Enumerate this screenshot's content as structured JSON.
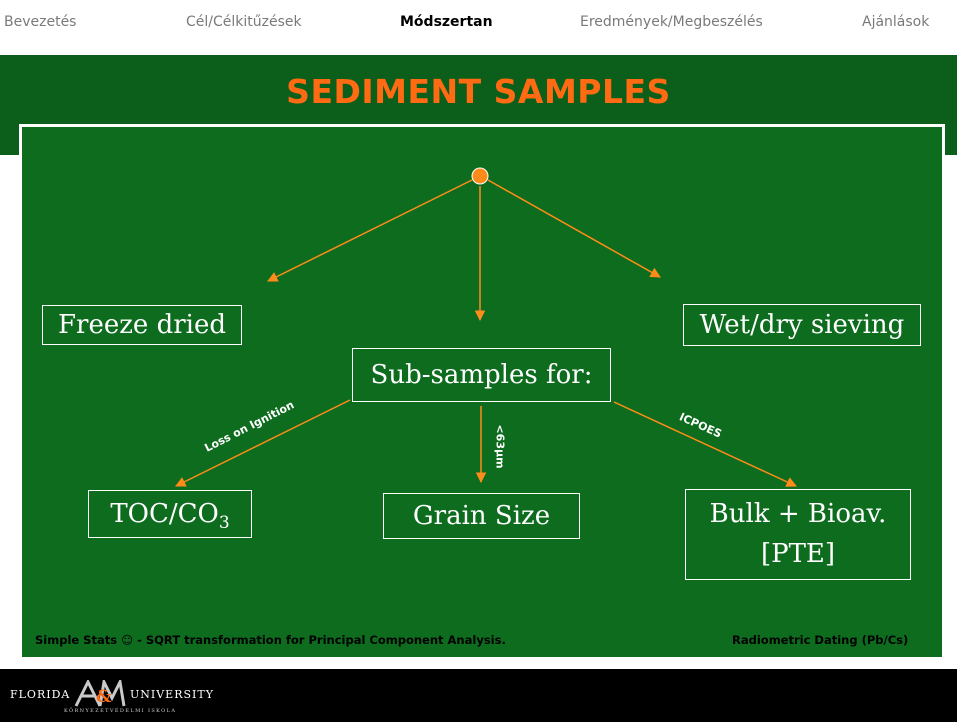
{
  "nav": {
    "items": [
      {
        "label": "Bevezetés"
      },
      {
        "label": "Cél/Célkitűzések"
      },
      {
        "label": "Módszertan",
        "active": true
      },
      {
        "label": "Eredmények/Megbeszélés"
      },
      {
        "label": "Ajánlások"
      }
    ]
  },
  "title": "SEDIMENT SAMPLES",
  "diagram": {
    "nodes": {
      "freeze": "Freeze dried",
      "sieving": "Wet/dry sieving",
      "subsamples": "Sub-samples for:",
      "toc": "TOC/CO",
      "toc_sub": "3",
      "grain": "Grain Size",
      "bulk_line1": "Bulk + Bioav.",
      "bulk_line2": "[PTE]"
    },
    "edge_labels": {
      "loss": "Loss on Ignition",
      "sieve": "<63µm",
      "icp": "ICPOES"
    }
  },
  "footer": {
    "note_left": "Simple Stats ☺ - SQRT transformation for Principal Component Analysis.",
    "note_right": "Radiometric Dating (Pb/Cs)",
    "logo_name_a": "FLORIDA",
    "logo_mark": "A&M",
    "logo_name_b": "UNIVERSITY",
    "logo_sub": "KÖRNYEZETVÉDELMI ISKOLA"
  },
  "colors": {
    "green": "#0d6c1e",
    "orange": "#ff6a13",
    "arrow": "#ff8c1a"
  }
}
